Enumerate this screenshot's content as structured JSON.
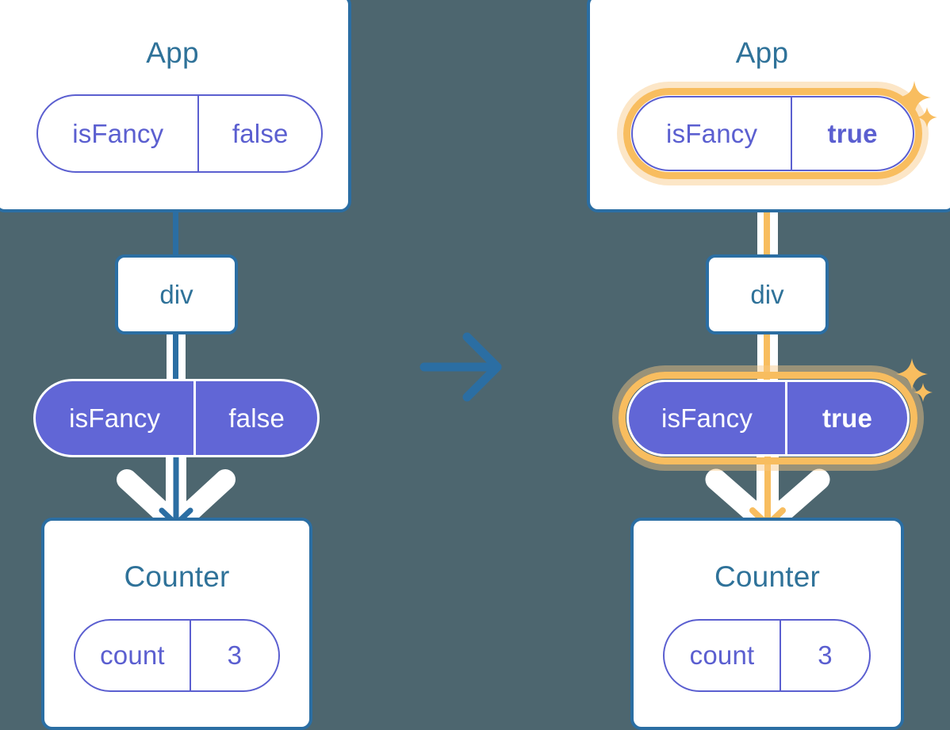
{
  "meta": {
    "background_color": "#4d666f",
    "accent_blue": "#2b6ea3",
    "title_blue": "#2f7299",
    "state_purple": "#6166d6",
    "highlight_orange": "#f8bd5f",
    "highlight_glow": "#f9d9a3",
    "white": "#ffffff"
  },
  "before": {
    "app_card": {
      "title": "App"
    },
    "app_state": {
      "key": "isFancy",
      "value": "false"
    },
    "div_node": {
      "label": "div"
    },
    "prop_pill": {
      "key": "isFancy",
      "value": "false"
    },
    "counter_card": {
      "title": "Counter"
    },
    "counter_state": {
      "key": "count",
      "value": "3"
    }
  },
  "transition": {
    "icon": "right-arrow-icon"
  },
  "after": {
    "app_card": {
      "title": "App"
    },
    "app_state": {
      "key": "isFancy",
      "value": "true"
    },
    "div_node": {
      "label": "div"
    },
    "prop_pill": {
      "key": "isFancy",
      "value": "true"
    },
    "counter_card": {
      "title": "Counter"
    },
    "counter_state": {
      "key": "count",
      "value": "3"
    },
    "sparkles": [
      {
        "name": "sparkle-large-icon"
      },
      {
        "name": "sparkle-small-icon"
      }
    ]
  }
}
